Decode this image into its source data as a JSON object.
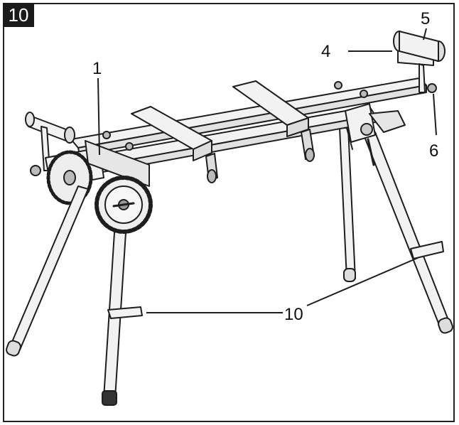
{
  "figure": {
    "number": "10"
  },
  "callouts": [
    {
      "id": "1",
      "label": "1"
    },
    {
      "id": "4",
      "label": "4"
    },
    {
      "id": "5",
      "label": "5"
    },
    {
      "id": "6",
      "label": "6"
    },
    {
      "id": "10",
      "label": "10"
    }
  ],
  "colors": {
    "line": "#1e1e1e",
    "metal": "#f2f2f2",
    "shade": "#9a9a9a",
    "dark": "#3a3a3a"
  }
}
